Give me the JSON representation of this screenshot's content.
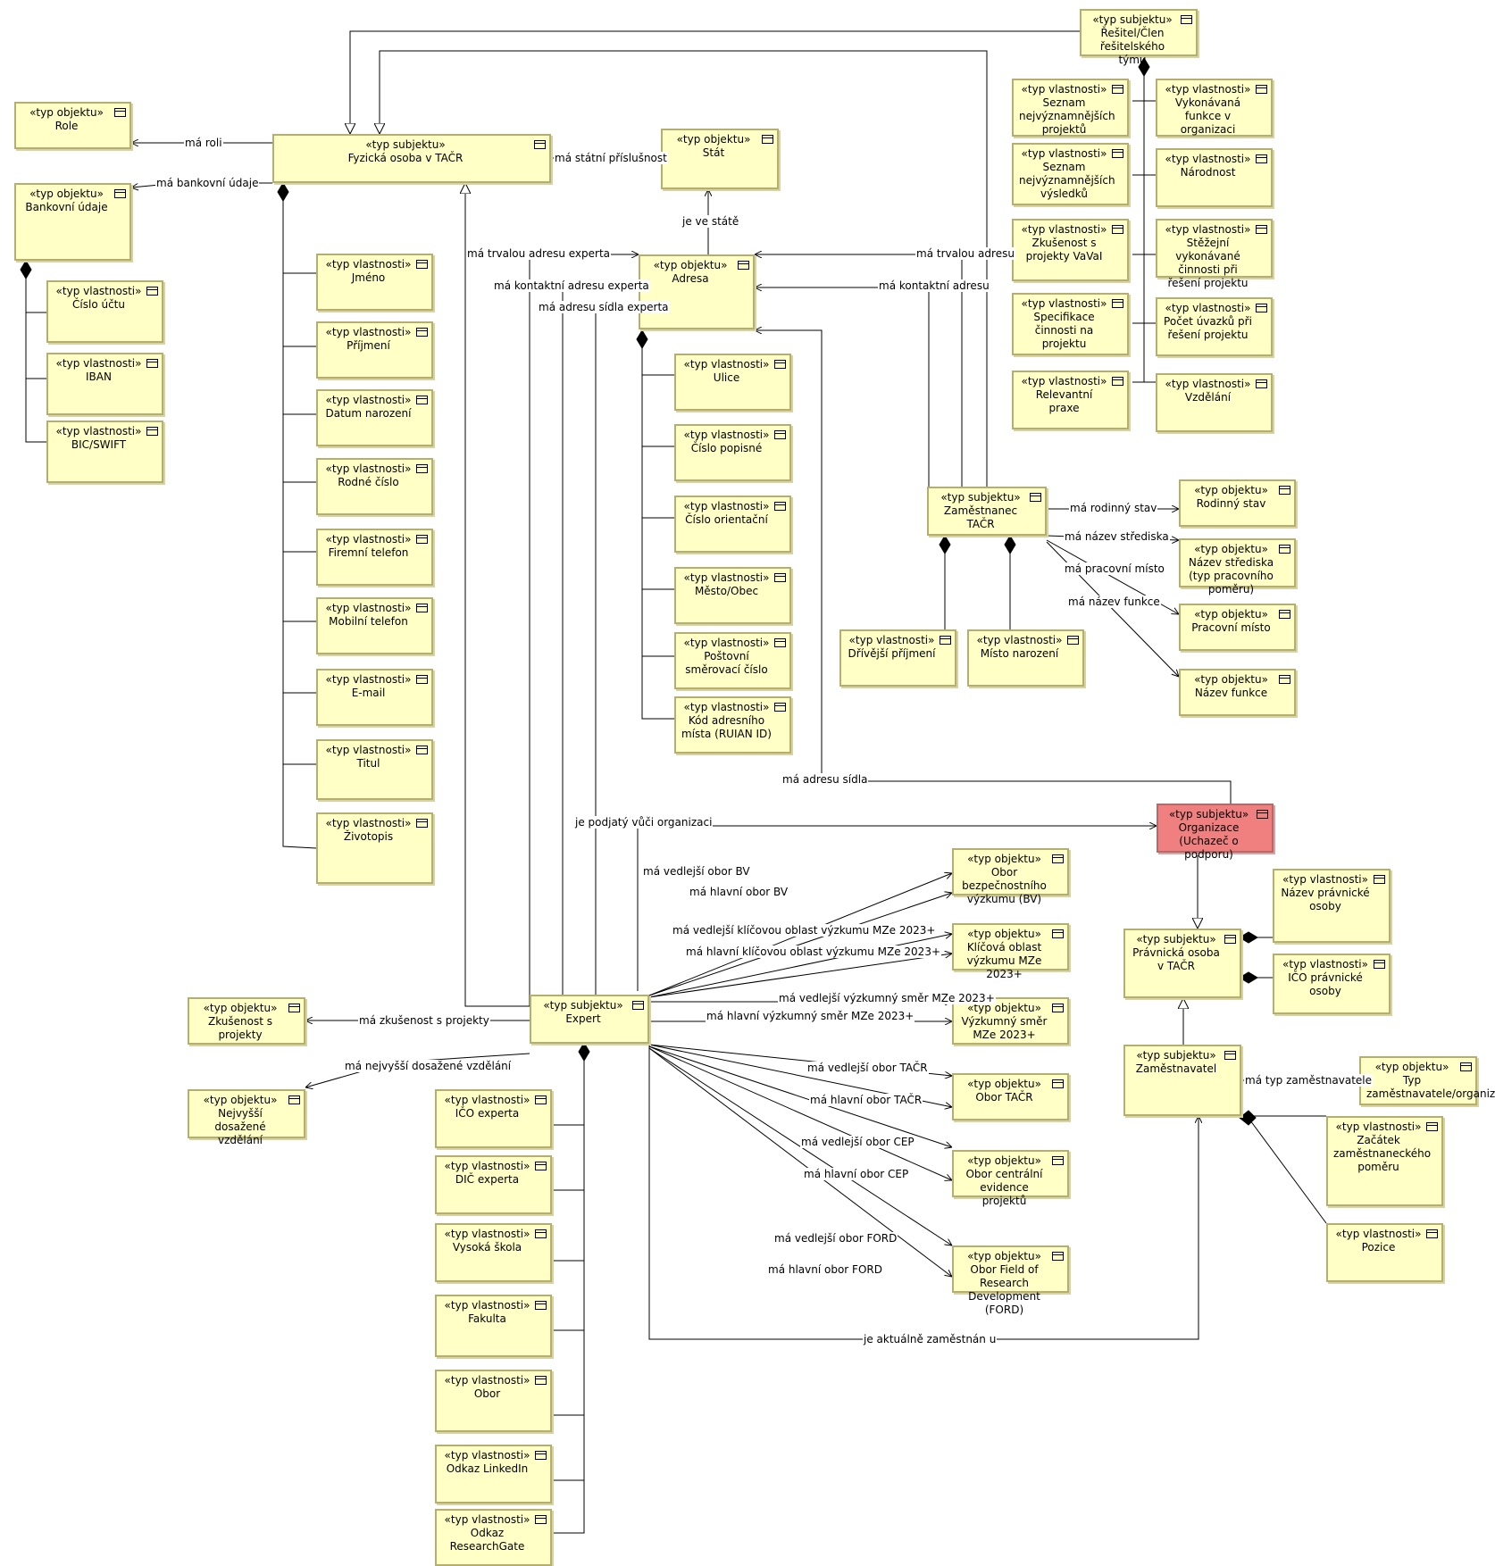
{
  "nodes": {
    "resitel": {
      "st": "«typ subjektu»",
      "nm": "Řešitel/Člen řešitelského týmu"
    },
    "role": {
      "st": "«typ objektu»",
      "nm": "Role"
    },
    "fyzicka": {
      "st": "«typ subjektu»",
      "nm": "Fyzická osoba v TAČR"
    },
    "stat": {
      "st": "«typ objektu»",
      "nm": "Stát"
    },
    "bankovni": {
      "st": "«typ objektu»",
      "nm": "Bankovní údaje"
    },
    "cislo_uctu": {
      "st": "«typ vlastnosti»",
      "nm": "Číslo účtu"
    },
    "iban": {
      "st": "«typ vlastnosti»",
      "nm": "IBAN"
    },
    "bic": {
      "st": "«typ vlastnosti»",
      "nm": "BIC/SWIFT"
    },
    "jmeno": {
      "st": "«typ vlastnosti»",
      "nm": "Jméno"
    },
    "prijmeni": {
      "st": "«typ vlastnosti»",
      "nm": "Příjmení"
    },
    "datum": {
      "st": "«typ vlastnosti»",
      "nm": "Datum narození"
    },
    "rodne": {
      "st": "«typ vlastnosti»",
      "nm": "Rodné číslo"
    },
    "firemni": {
      "st": "«typ vlastnosti»",
      "nm": "Firemní telefon"
    },
    "mobilni": {
      "st": "«typ vlastnosti»",
      "nm": "Mobilní telefon"
    },
    "email": {
      "st": "«typ vlastnosti»",
      "nm": "E-mail"
    },
    "titul": {
      "st": "«typ vlastnosti»",
      "nm": "Titul"
    },
    "zivotopis": {
      "st": "«typ vlastnosti»",
      "nm": "Životopis"
    },
    "adresa": {
      "st": "«typ objektu»",
      "nm": "Adresa"
    },
    "ulice": {
      "st": "«typ vlastnosti»",
      "nm": "Ulice"
    },
    "cislo_pop": {
      "st": "«typ vlastnosti»",
      "nm": "Číslo popisné"
    },
    "cislo_ori": {
      "st": "«typ vlastnosti»",
      "nm": "Číslo orientační"
    },
    "mesto": {
      "st": "«typ vlastnosti»",
      "nm": "Město/Obec"
    },
    "psc": {
      "st": "«typ vlastnosti»",
      "nm": "Poštovní směrovací číslo"
    },
    "kod": {
      "st": "«typ vlastnosti»",
      "nm": "Kód adresního místa (RUIAN ID)"
    },
    "seznam_proj": {
      "st": "«typ vlastnosti»",
      "nm": "Seznam nejvýznamnějších projektů"
    },
    "vykon_funkce": {
      "st": "«typ vlastnosti»",
      "nm": "Vykonávaná funkce v organizaci"
    },
    "seznam_vysl": {
      "st": "«typ vlastnosti»",
      "nm": "Seznam nejvýznamnějších výsledků"
    },
    "narodnost": {
      "st": "«typ vlastnosti»",
      "nm": "Národnost"
    },
    "zkusenost_vaval": {
      "st": "«typ vlastnosti»",
      "nm": "Zkušenost s projekty VaVaI"
    },
    "stezejni": {
      "st": "«typ vlastnosti»",
      "nm": "Stěžejní vykonávané činnosti při řešení projektu"
    },
    "specifikace": {
      "st": "«typ vlastnosti»",
      "nm": "Specifikace činnosti na projektu"
    },
    "pocet_uvazku": {
      "st": "«typ vlastnosti»",
      "nm": "Počet úvazků při řešení projektu"
    },
    "relevantni": {
      "st": "«typ vlastnosti»",
      "nm": "Relevantní praxe"
    },
    "vzdelani": {
      "st": "«typ vlastnosti»",
      "nm": "Vzdělání"
    },
    "zamestnanec": {
      "st": "«typ subjektu»",
      "nm": "Zaměstnanec TAČR"
    },
    "rodinny": {
      "st": "«typ objektu»",
      "nm": "Rodinný stav"
    },
    "nazev_strediska": {
      "st": "«typ objektu»",
      "nm": "Název střediska (typ pracovního poměru)"
    },
    "pracovni_misto": {
      "st": "«typ objektu»",
      "nm": "Pracovní místo"
    },
    "nazev_funkce": {
      "st": "«typ objektu»",
      "nm": "Název funkce"
    },
    "drivejsi": {
      "st": "«typ vlastnosti»",
      "nm": "Dřívější příjmení"
    },
    "misto_nar": {
      "st": "«typ vlastnosti»",
      "nm": "Místo narození"
    },
    "organizace": {
      "st": "«typ subjektu»",
      "nm": "Organizace (Uchazeč o podporu)"
    },
    "pravnicka": {
      "st": "«typ subjektu»",
      "nm": "Právnická osoba v TAČR"
    },
    "nazev_po": {
      "st": "«typ vlastnosti»",
      "nm": "Název právnické osoby"
    },
    "ico_po": {
      "st": "«typ vlastnosti»",
      "nm": "IČO právnické osoby"
    },
    "zamestnavatel": {
      "st": "«typ subjektu»",
      "nm": "Zaměstnavatel"
    },
    "typ_zam": {
      "st": "«typ objektu»",
      "nm": "Typ zaměstnavatele/organiz"
    },
    "zacatek": {
      "st": "«typ vlastnosti»",
      "nm": "Začátek zaměstnaneckého poměru"
    },
    "pozice": {
      "st": "«typ vlastnosti»",
      "nm": "Pozice"
    },
    "obor_bv": {
      "st": "«typ objektu»",
      "nm": "Obor bezpečnostního výzkumu (BV)"
    },
    "klicova": {
      "st": "«typ objektu»",
      "nm": "Klíčová oblast výzkumu MZe 2023+"
    },
    "vyzkumny": {
      "st": "«typ objektu»",
      "nm": "Výzkumný směr MZe 2023+"
    },
    "obor_tacr": {
      "st": "«typ objektu»",
      "nm": "Obor TAČR"
    },
    "obor_cep": {
      "st": "«typ objektu»",
      "nm": "Obor centrální evidence projektů"
    },
    "obor_ford": {
      "st": "«typ objektu»",
      "nm": "Obor Field of Research Development (FORD)"
    },
    "expert": {
      "st": "«typ subjektu»",
      "nm": "Expert"
    },
    "zkusenost_proj": {
      "st": "«typ objektu»",
      "nm": "Zkušenost s projekty"
    },
    "nejvyssi": {
      "st": "«typ objektu»",
      "nm": "Nejvyšší dosažené vzdělání"
    },
    "ico_exp": {
      "st": "«typ vlastnosti»",
      "nm": "IČO experta"
    },
    "dic_exp": {
      "st": "«typ vlastnosti»",
      "nm": "DIČ experta"
    },
    "vysoka": {
      "st": "«typ vlastnosti»",
      "nm": "Vysoká škola"
    },
    "fakulta": {
      "st": "«typ vlastnosti»",
      "nm": "Fakulta"
    },
    "obor": {
      "st": "«typ vlastnosti»",
      "nm": "Obor"
    },
    "linkedin": {
      "st": "«typ vlastnosti»",
      "nm": "Odkaz LinkedIn"
    },
    "researchgate": {
      "st": "«typ vlastnosti»",
      "nm": "Odkaz ResearchGate"
    }
  },
  "labels": {
    "ma_roli": "má roli",
    "ma_bankovni": "má bankovní údaje",
    "ma_statni": "má státní příslušnost",
    "je_ve_state": "je ve státě",
    "trvalou_experta": "má trvalou adresu experta",
    "kontaktni_experta": "má kontaktní adresu experta",
    "sidla_experta": "má adresu sídla experta",
    "trvalou": "má trvalou adresu",
    "kontaktni": "má kontaktní adresu",
    "rodinny_stav": "má rodinný stav",
    "nazev_strediska": "má název střediska",
    "pracovni_misto": "má pracovní místo",
    "nazev_funkce": "má název funkce",
    "adresu_sidla": "má adresu sídla",
    "podjaty": "je podjatý vůči organizaci",
    "vedl_bv": "má vedlejší obor BV",
    "hl_bv": "má hlavní obor BV",
    "vedl_klic": "má vedlejší klíčovou oblast výzkumu MZe 2023+",
    "hl_klic": "má hlavní klíčovou oblast výzkumu MZe 2023+",
    "vedl_smer": "má vedlejší výzkumný směr MZe 2023+",
    "hl_smer": "má hlavní výzkumný směr MZe 2023+",
    "vedl_tacr": "má vedlejší obor TAČR",
    "hl_tacr": "má hlavní obor TAČR",
    "vedl_cep": "má vedlejší obor CEP",
    "hl_cep": "má hlavní obor CEP",
    "vedl_ford": "má vedlejší obor FORD",
    "hl_ford": "má hlavní obor FORD",
    "zkusenost": "má zkušenost s projekty",
    "nejvyssi": "má nejvyšší dosažené vzdělání",
    "typ_zam": "má typ zaměstnavatele",
    "aktualne": "je aktuálně zaměstnán u"
  }
}
